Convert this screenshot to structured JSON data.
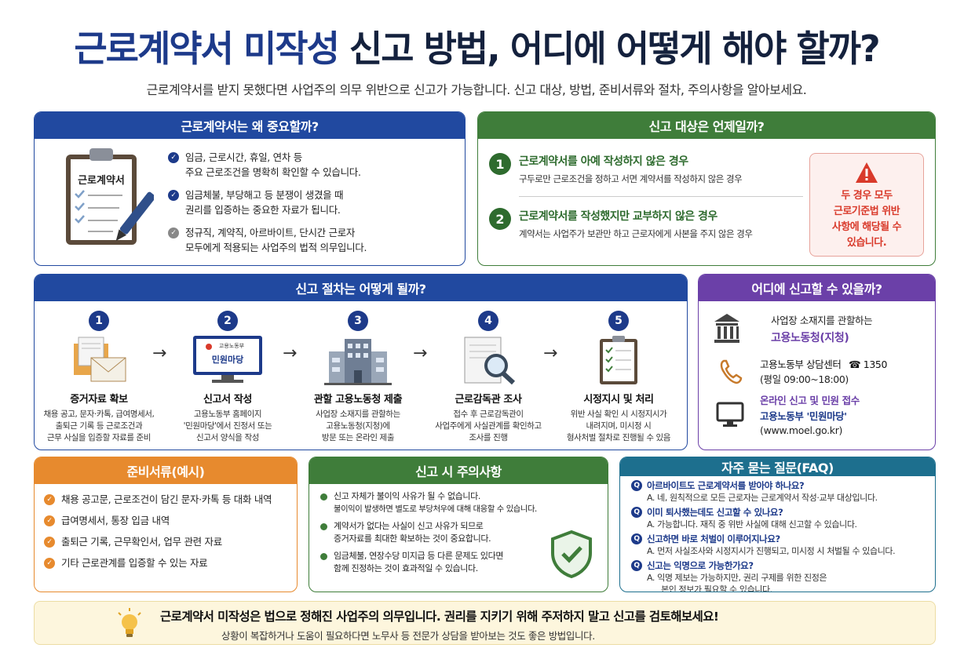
{
  "header": {
    "title_highlight": "근로계약서 미작성",
    "title_rest": " 신고 방법, 어디에 어떻게 해야 할까?",
    "subtitle": "근로계약서를 받지 못했다면 사업주의 의무 위반으로 신고가 가능합니다. 신고 대상, 방법, 준비서류와 절차, 주의사항을 알아보세요."
  },
  "importance": {
    "title": "근로계약서는 왜 중요할까?",
    "clipboard_label": "근로계약서",
    "items": [
      {
        "l1": "임금, 근로시간, 휴일, 연차 등",
        "l2": "주요 근로조건을 명확히 확인할 수 있습니다."
      },
      {
        "l1": "임금체불, 부당해고 등 분쟁이 생겼을 때",
        "l2": "권리를 입증하는 중요한 자료가 됩니다."
      },
      {
        "l1": "정규직, 계약직, 아르바이트, 단시간 근로자",
        "l2": "모두에게 적용되는 사업주의 법적 의무입니다."
      }
    ]
  },
  "targets": {
    "title": "신고 대상은 언제일까?",
    "cases": [
      {
        "num": "1",
        "heading": "근로계약서를 아예 작성하지 않은 경우",
        "desc": "구두로만 근로조건을 정하고 서면 계약서를 작성하지 않은 경우"
      },
      {
        "num": "2",
        "heading": "근로계약서를 작성했지만 교부하지 않은 경우",
        "desc": "계약서는 사업주가 보관만 하고 근로자에게 사본을 주지 않은 경우"
      }
    ],
    "warning": {
      "l1": "두 경우 모두",
      "l2": "근로기준법 위반",
      "l3": "사항에 해당될 수",
      "l4": "있습니다."
    }
  },
  "procedure": {
    "title": "신고 절차는 어떻게 될까?",
    "portal_small": "고용노동부",
    "portal_name": "민원마당",
    "steps": [
      {
        "num": "1",
        "title": "증거자료 확보",
        "d1": "채용 공고, 문자·카톡, 급여명세서,",
        "d2": "출퇴근 기록 등 근로조건과",
        "d3": "근무 사실을 입증할 자료를 준비"
      },
      {
        "num": "2",
        "title": "신고서 작성",
        "d1": "고용노동부 홈페이지",
        "d2": "'민원마당'에서 진정서 또는",
        "d3": "신고서 양식을 작성"
      },
      {
        "num": "3",
        "title": "관할 고용노동청 제출",
        "d1": "사업장 소재지를 관할하는",
        "d2": "고용노동청(지청)에",
        "d3": "방문 또는 온라인 제출"
      },
      {
        "num": "4",
        "title": "근로감독관 조사",
        "d1": "접수 후 근로감독관이",
        "d2": "사업주에게 사실관계를 확인하고",
        "d3": "조사를 진행"
      },
      {
        "num": "5",
        "title": "시정지시 및 처리",
        "d1": "위반 사실 확인 시 시정지시가",
        "d2": "내려지며, 미시정 시",
        "d3": "형사처벌 절차로 진행될 수 있음"
      }
    ]
  },
  "where": {
    "title": "어디에 신고할 수 있을까?",
    "office_pre": "사업장 소재지를 관할하는",
    "office_name": "고용노동청(지청)",
    "phone_label": "고용노동부 상담센터",
    "phone_number": "☎ 1350",
    "phone_hours": "(평일 09:00~18:00)",
    "online_label": "온라인 신고 및 민원 접수",
    "online_name": "고용노동부 '민원마당'",
    "online_url": "(www.moel.go.kr)"
  },
  "documents": {
    "title": "준비서류(예시)",
    "items": [
      "채용 공고문, 근로조건이 담긴 문자·카톡 등 대화 내역",
      "급여명세서, 통장 입금 내역",
      "출퇴근 기록, 근무확인서, 업무 관련 자료",
      "기타 근로관계를 입증할 수 있는 자료"
    ]
  },
  "cautions": {
    "title": "신고 시 주의사항",
    "items": [
      {
        "l1": "신고 자체가 불이익 사유가 될 수 없습니다.",
        "l2": "불이익이 발생하면 별도로 부당처우에 대해 대응할 수 있습니다."
      },
      {
        "l1": "계약서가 없다는 사실이 신고 사유가 되므로",
        "l2": "증거자료를 최대한 확보하는 것이 중요합니다."
      },
      {
        "l1": "임금체불, 연장수당 미지급 등 다른 문제도 있다면",
        "l2": "함께 진정하는 것이 효과적일 수 있습니다."
      }
    ]
  },
  "faq": {
    "title": "자주 묻는 질문(FAQ)",
    "badge": "Q",
    "items": [
      {
        "q": "아르바이트도 근로계약서를 받아야 하나요?",
        "a1": "A. 네, 원칙적으로 모든 근로자는 근로계약서 작성·교부 대상입니다.",
        "a2": ""
      },
      {
        "q": "이미 퇴사했는데도 신고할 수 있나요?",
        "a1": "A. 가능합니다. 재직 중 위반 사실에 대해 신고할 수 있습니다.",
        "a2": ""
      },
      {
        "q": "신고하면 바로 처벌이 이루어지나요?",
        "a1": "A. 먼저 사실조사와 시정지시가 진행되고, 미시정 시 처벌될 수 있습니다.",
        "a2": ""
      },
      {
        "q": "신고는 익명으로 가능한가요?",
        "a1": "A. 익명 제보는 가능하지만, 권리 구제를 위한 진정은",
        "a2": "본인 정보가 필요할 수 있습니다."
      }
    ]
  },
  "footer": {
    "main": "근로계약서 미작성은 법으로 정해진 사업주의 의무입니다. 권리를 지키기 위해 주저하지 말고 신고를 검토해보세요!",
    "sub": "상황이 복잡하거나 도움이 필요하다면 노무사 등 전문가 상담을 받아보는 것도 좋은 방법입니다."
  },
  "colors": {
    "navy": "#1d3a8a",
    "green": "#3f7d3a",
    "purple": "#6b40a8",
    "orange": "#e78a2e",
    "teal": "#1d6f8e",
    "warning_red": "#d93a2b"
  }
}
